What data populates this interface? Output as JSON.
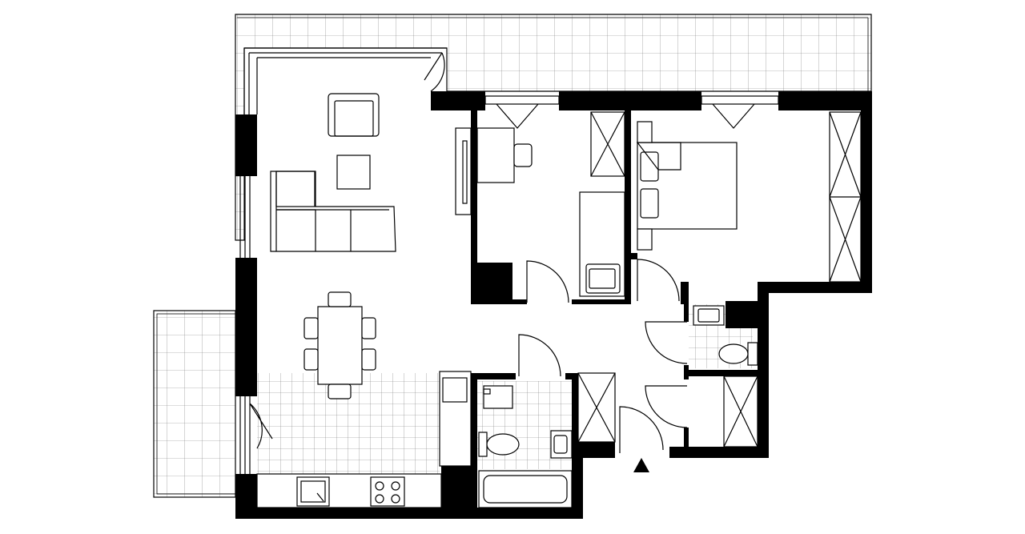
{
  "drawing": {
    "kind": "apartment-floor-plan",
    "labels_shown": false,
    "colors": {
      "wall": "#000000",
      "background": "#ffffff",
      "tile_grid": "#777777"
    },
    "rooms": [
      "living-dining-kitchen",
      "bedroom-small",
      "bedroom-master",
      "bathroom",
      "wc",
      "hall",
      "terrace-north",
      "balcony-west"
    ],
    "entrance_marker": "triangle-up"
  }
}
